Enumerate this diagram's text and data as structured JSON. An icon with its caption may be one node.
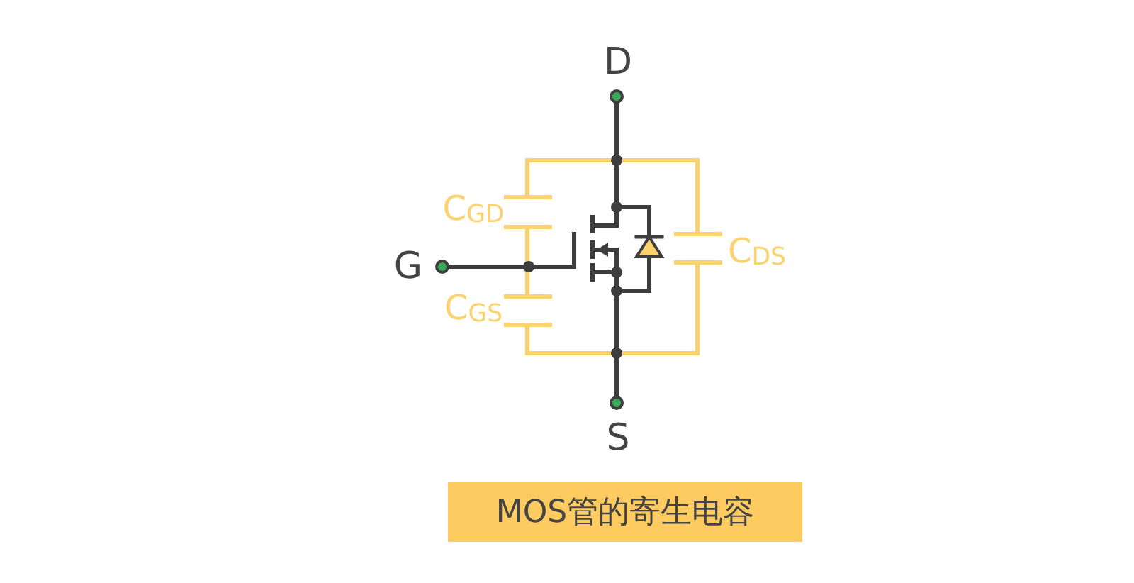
{
  "diagram": {
    "caption": "MOS管的寄生电容",
    "labels": [
      "D",
      "C$_{GD}$",
      "G",
      "C$_{DS}$",
      "C$_{GS}$",
      "S"
    ]
  }
}
